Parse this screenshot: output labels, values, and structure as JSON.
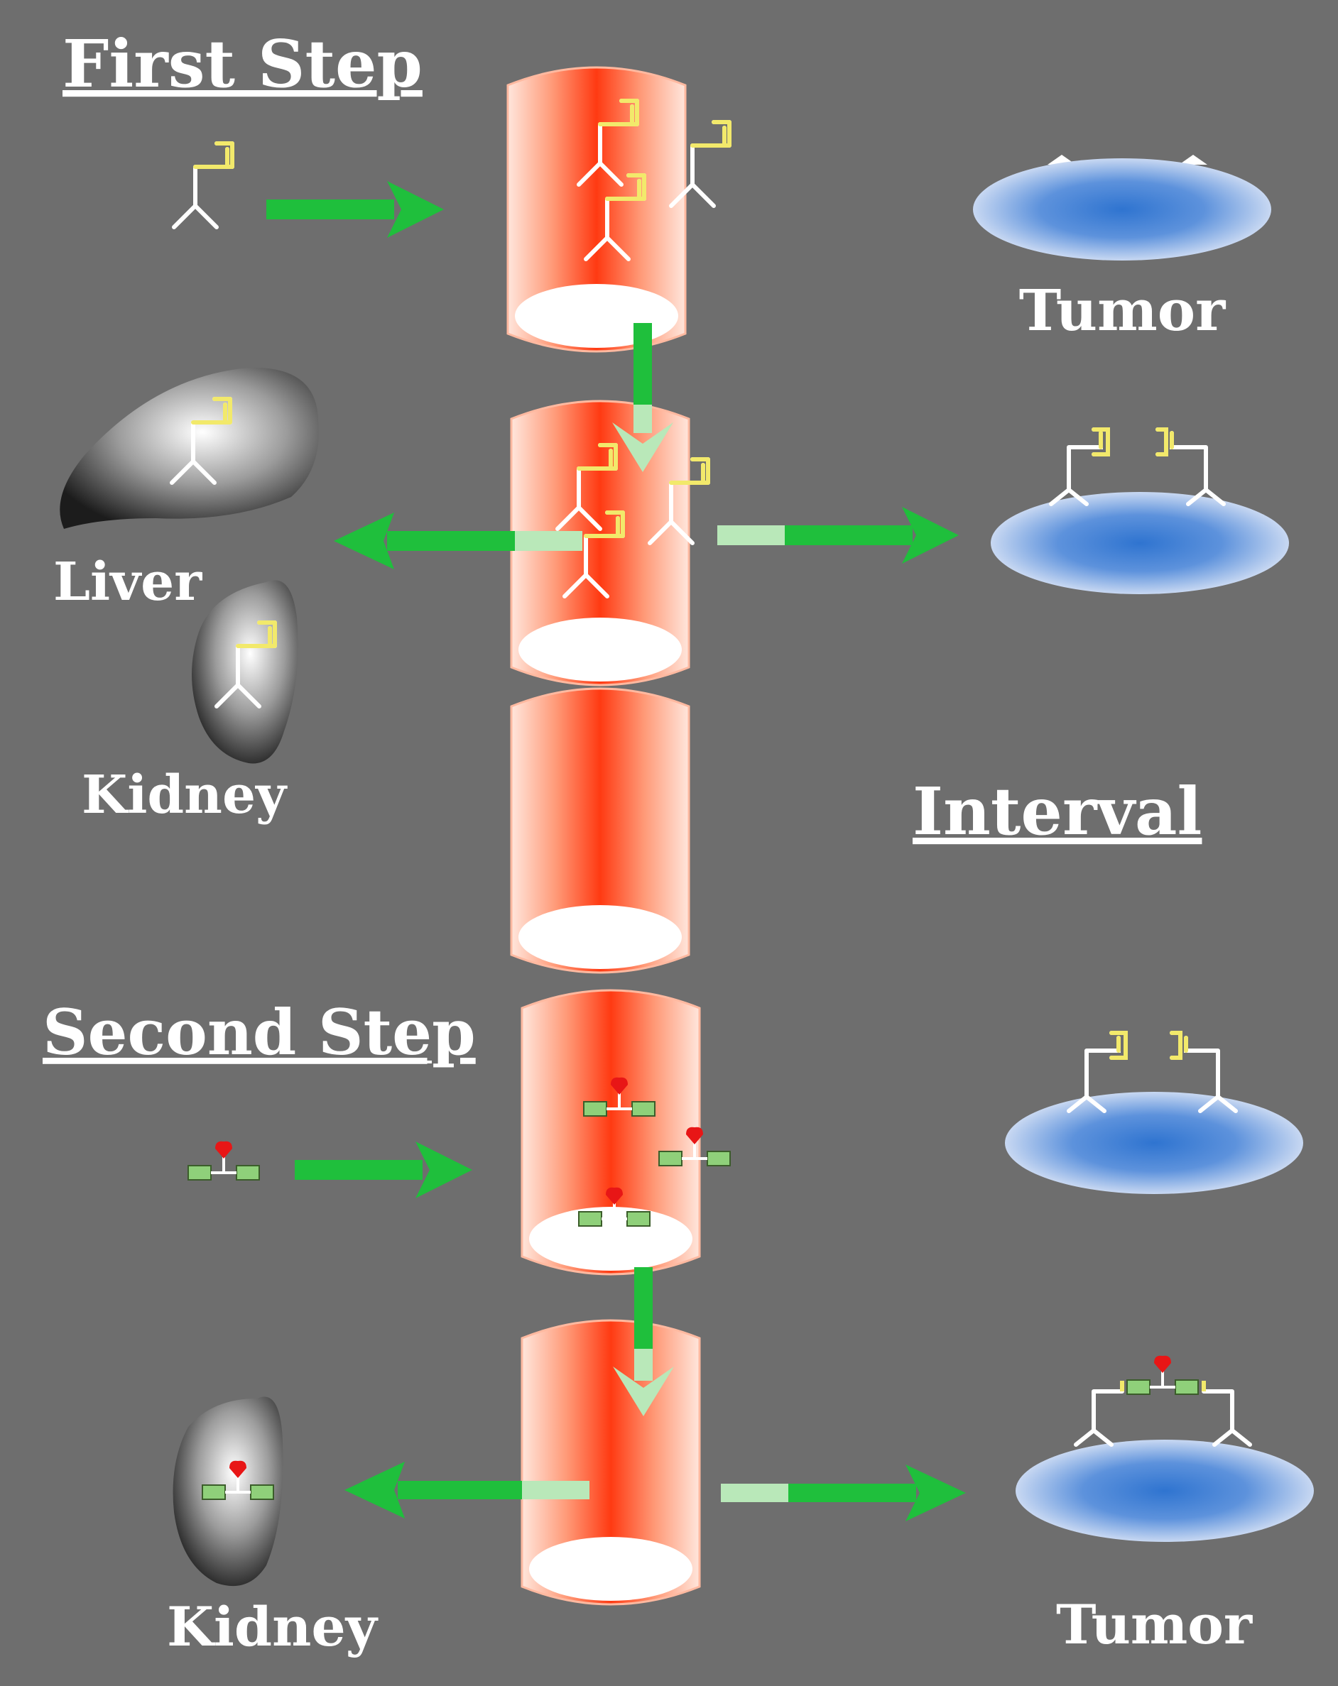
{
  "headings": {
    "first_step": "First Step",
    "interval": "Interval",
    "second_step": "Second Step"
  },
  "labels": {
    "tumor_top": "Tumor",
    "liver": "Liver",
    "kidney_top": "Kidney",
    "kidney_bottom": "Kidney",
    "tumor_bottom": "Tumor"
  },
  "colors": {
    "background": "#6e6e6e",
    "vessel": "#ff4a1c",
    "arrow": "#1fbf3c",
    "arrow_faint": "#b9e8b9",
    "antibody": "#ffffff",
    "antibody_arm": "#f2e96b",
    "tumor": "#3f86d8",
    "chelate_box": "#8fd07a",
    "radionuclide": "#e81616"
  },
  "icons": {
    "antibody": "bispecific-antibody-icon",
    "hapten": "radiolabeled-hapten-icon"
  }
}
